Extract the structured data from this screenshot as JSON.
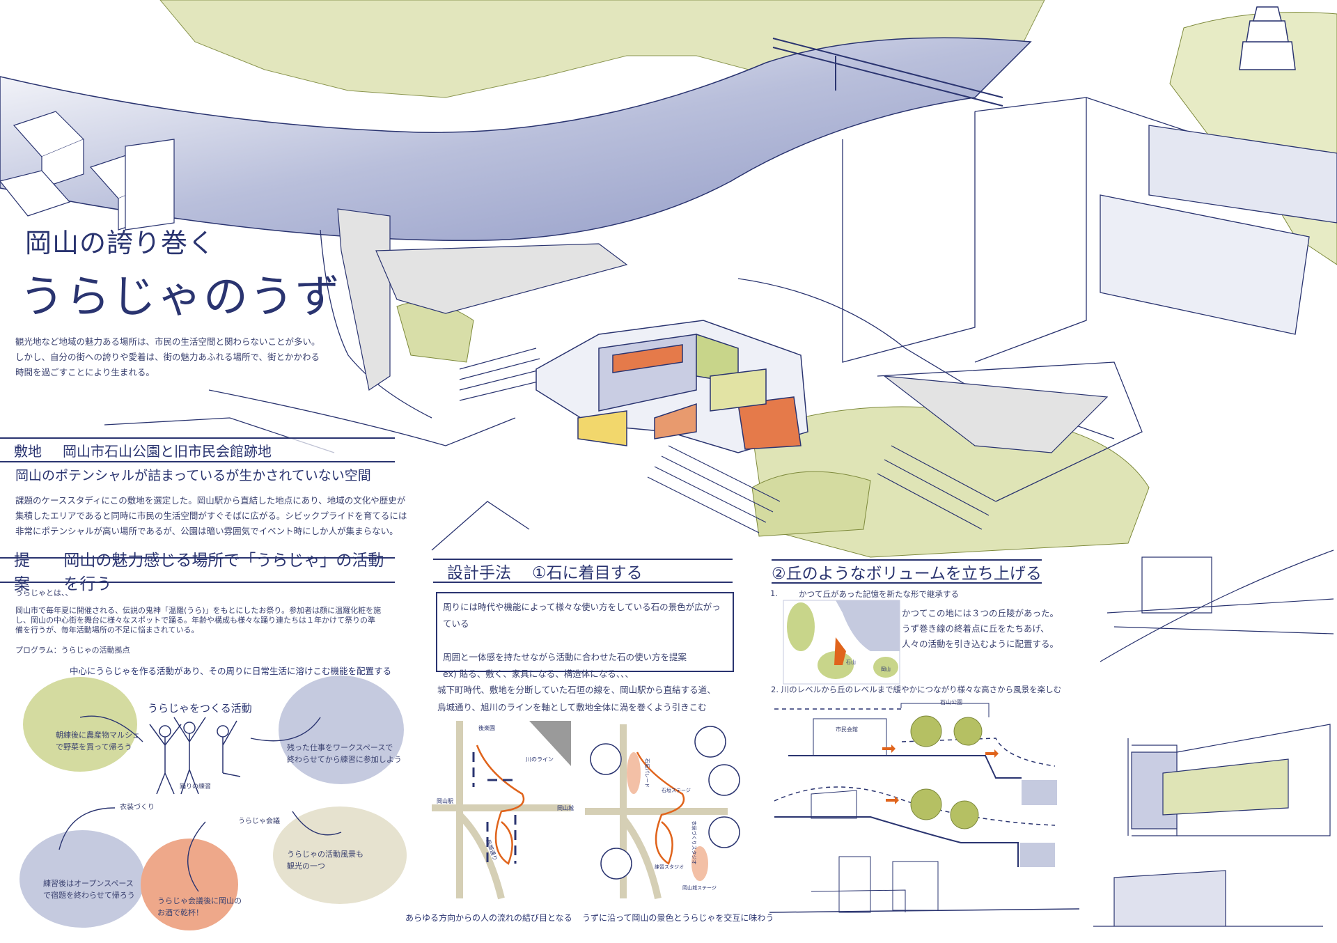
{
  "title": {
    "line1": "岡山の誇り巻く",
    "line2": "うらじゃのうず"
  },
  "intro": [
    "観光地など地域の魅力ある場所は、市民の生活空間と関わらないことが多い。",
    "しかし、自分の街への誇りや愛着は、街の魅力あふれる場所で、街とかかわる",
    "時間を過ごすことにより生まれる。"
  ],
  "site": {
    "label": "敷地",
    "title": "岡山市石山公園と旧市民会館跡地",
    "subtitle": "岡山のポテンシャルが詰まっているが生かされていない空間",
    "body": [
      "課題のケーススタディにこの敷地を選定した。岡山駅から直結した地点にあり、地域の文化や歴史が",
      "集積したエリアであると同時に市民の生活空間がすぐそばに広がる。シビックプライドを育てるには",
      "非常にポテンシャルが高い場所であるが、公園は暗い雰囲気でイベント時にしか人が集まらない。"
    ]
  },
  "proposal": {
    "label": "提案",
    "title": "岡山の魅力感じる場所で「うらじゃ」の活動を行う",
    "what_is": "うらじゃとは、、",
    "body": [
      "岡山市で毎年夏に開催される、伝説の鬼神「温羅(うら)」をもとにしたお祭り。参加者は顔に温羅化粧を施",
      "し、岡山の中心街を舞台に様々なスポットで踊る。年齢や構成も様々な踊り連たちは１年かけて祭りの準",
      "備を行うが、毎年活動場所の不足に悩まされている。"
    ],
    "program": "プログラム：うらじゃの活動拠点",
    "concept": "中心にうらじゃを作る活動があり、その周りに日常生活に溶けこむ機能を配置する",
    "center_label": "うらじゃをつくる活動",
    "activities": {
      "dance": "踊りの練習",
      "costume": "衣装づくり",
      "meeting": "うらじゃ会議"
    },
    "bubbles": {
      "market": [
        "朝練後に農産物マルシェ",
        "で野菜を買って帰ろう"
      ],
      "work": [
        "残った仕事をワークスペースで",
        "終わらせてから練習に参加しよう"
      ],
      "study": [
        "練習後はオープンスペース",
        "で宿題を終わらせて帰ろう"
      ],
      "drink": [
        "うらじゃ会議後に岡山の",
        "お酒で乾杯！"
      ],
      "tourism": [
        "うらじゃの活動風景も",
        "観光の一つ"
      ]
    },
    "colors": {
      "green": "#d4dba0",
      "blue": "#c5cadf",
      "orange": "#eea88a",
      "beige": "#e6e2cf"
    }
  },
  "method1": {
    "label": "設計手法",
    "title": "①石に着目する",
    "box": [
      "周りには時代や機能によって様々な使い方をしている石の景色が広がっている",
      "周囲と一体感を持たせながら活動に合わせた石の使い方を提案",
      "ex) 貼る、敷く、家具になる、構造体になる、、、"
    ],
    "body": [
      "城下町時代、敷地を分断していた石垣の線を、岡山駅から直結する道、",
      "烏城通り、旭川のラインを軸として敷地全体に渦を巻くよう引きこむ"
    ],
    "map_labels": {
      "river": "川のライン",
      "station": "岡山駅",
      "castle": "岡山城",
      "street": "烏城通り",
      "garden": "後楽園"
    },
    "map2_labels": {
      "parade": "石垣パレード",
      "stage": "石垣ステージ",
      "studio": "衣装づくりスタジオ",
      "practice": "練習スタジオ",
      "castle_stage": "岡山城ステージ"
    },
    "caption_left": "あらゆる方向からの人の流れの結び目となる",
    "caption_right": "うずに沿って岡山の景色とうらじゃを交互に味わう"
  },
  "method2": {
    "title": "②丘のようなボリュームを立ち上げる",
    "step1_num": "1.",
    "step1": "かつて丘があった記憶を新たな形で継承する",
    "step1_body": [
      "かつてこの地には３つの丘陵があった。",
      "うず巻き線の終着点に丘をたちあげ、",
      "人々の活動を引き込むように配置する。"
    ],
    "map_labels": {
      "ishiyama": "石山",
      "okayama": "岡山"
    },
    "step2": "2. 川のレベルから丘のレベルまで緩やかにつながり様々な高さから風景を楽しむ",
    "section_labels": {
      "park": "石山公園",
      "hall": "市民会館"
    }
  }
}
